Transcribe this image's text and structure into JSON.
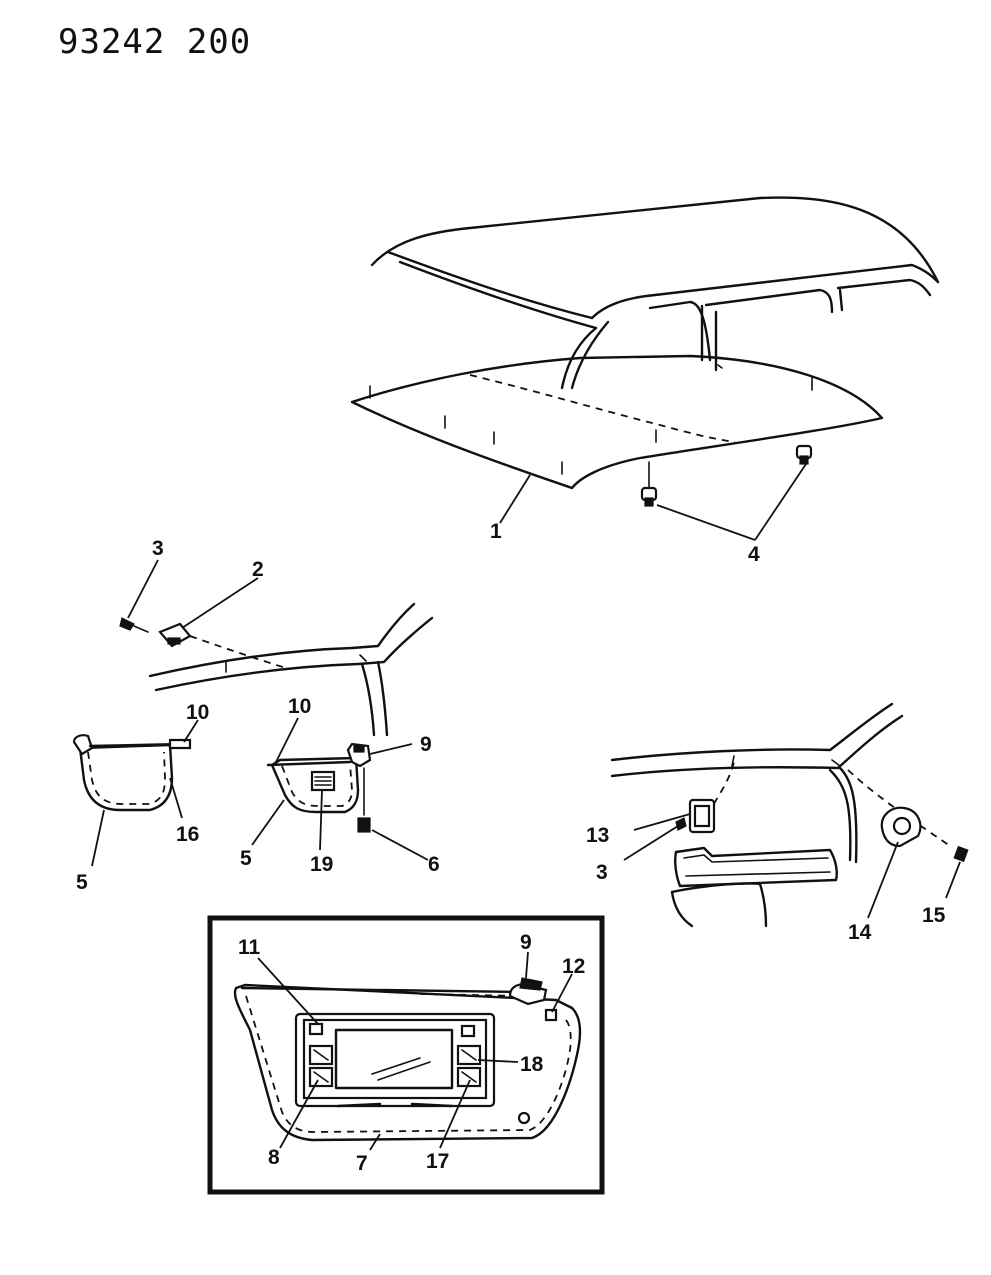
{
  "document_number": "93242  200",
  "callouts": {
    "c1": "1",
    "c2": "2",
    "c3a": "3",
    "c3b": "3",
    "c4": "4",
    "c5a": "5",
    "c5b": "5",
    "c6": "6",
    "c7": "7",
    "c8": "8",
    "c9a": "9",
    "c9b": "9",
    "c10a": "10",
    "c10b": "10",
    "c11": "11",
    "c12": "12",
    "c13": "13",
    "c14": "14",
    "c15": "15",
    "c16": "16",
    "c17": "17",
    "c18": "18",
    "c19": "19"
  }
}
